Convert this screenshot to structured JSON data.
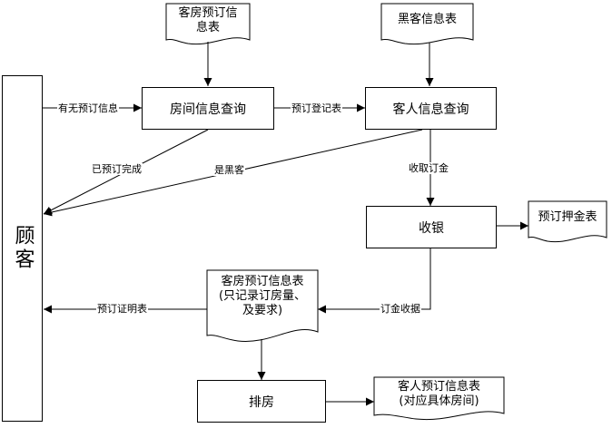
{
  "customer": {
    "label": "顾客"
  },
  "process": {
    "room_query": "房间信息查询",
    "guest_query": "客人信息查询",
    "cashier": "收银",
    "room_assign": "排房"
  },
  "documents": {
    "room_reservation_table_line1": "客房预订信",
    "room_reservation_table_line2": "息表",
    "blacklist_table": "黑客信息表",
    "deposit_table": "预订押金表",
    "reservation_note_line1": "客房预订信息表",
    "reservation_note_line2": "(只记录订房量、",
    "reservation_note_line3": "及要求)",
    "guest_reservation_line1": "客人预订信息表",
    "guest_reservation_line2": "(对应具体房间)"
  },
  "edges": {
    "has_reservation_info": "有无预订信息",
    "reservation_register": "预订登记表",
    "reservation_done": "已预订完成",
    "is_blacklisted": "是黑客",
    "collect_deposit": "收取订金",
    "deposit_receipt": "订金收据",
    "reservation_proof": "预订证明表"
  }
}
